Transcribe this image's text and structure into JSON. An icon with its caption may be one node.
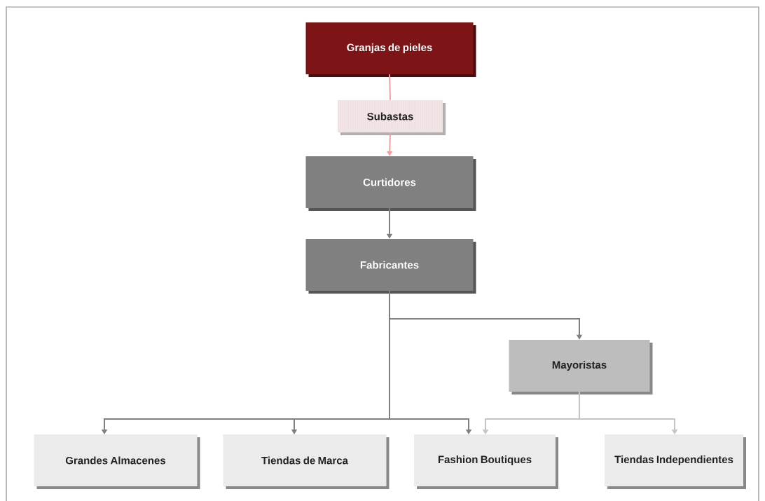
{
  "diagram": {
    "nodes": [
      {
        "text": [
          "Granjas de pieles"
        ]
      },
      {
        "text": [
          "Subastas"
        ]
      },
      {
        "text": [
          "Curtidores"
        ]
      },
      {
        "text": [
          "Fabricantes"
        ]
      },
      {
        "text": [
          "Mayoristas"
        ]
      },
      {
        "text": [
          "Grandes Almacenes"
        ]
      },
      {
        "text": [
          "Tiendas de Marca"
        ]
      },
      {
        "text": [
          "Fashion Boutiques"
        ]
      },
      {
        "text": [
          "Tiendas Independientes"
        ]
      }
    ],
    "edges": [
      {
        "from": 0,
        "to": 1,
        "arrow": "none",
        "color": "#f4a0a0"
      },
      {
        "from": 1,
        "to": 2,
        "arrow": "to",
        "color": "#f4a0a0"
      },
      {
        "from": 2,
        "to": 3,
        "arrow": "to"
      },
      {
        "from": 3,
        "to": 4,
        "arrow": "to"
      },
      {
        "from": 3,
        "to": 5,
        "arrow": "to"
      },
      {
        "from": 3,
        "to": 6,
        "arrow": "to"
      },
      {
        "from": 3,
        "to": 7,
        "arrow": "to"
      },
      {
        "from": 4,
        "to": 7,
        "arrow": "to",
        "color": "#c4c4c4"
      },
      {
        "from": 4,
        "to": 8,
        "arrow": "to",
        "color": "#c4c4c4"
      }
    ]
  }
}
